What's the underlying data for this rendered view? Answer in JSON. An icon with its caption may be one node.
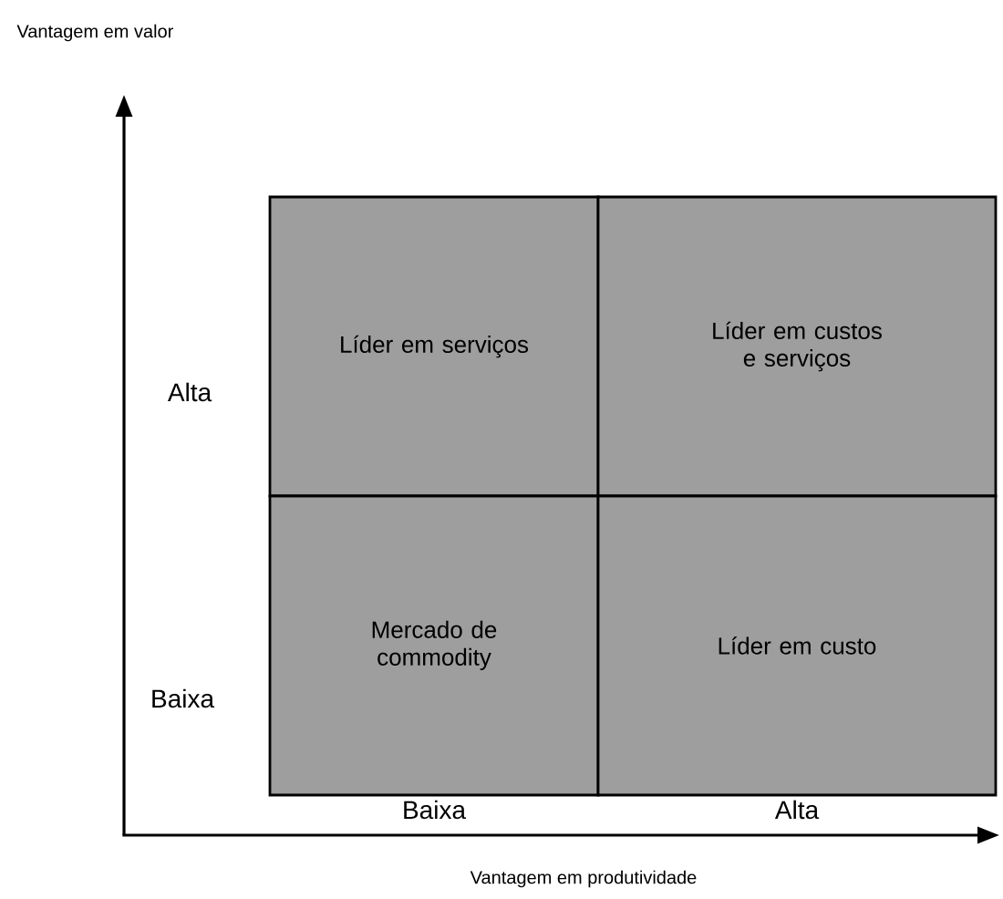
{
  "diagram": {
    "nodes": [
      {
        "text": [
          "Líder em serviços"
        ]
      },
      {
        "text": [
          "Líder em custos e serviços"
        ]
      },
      {
        "text": [
          "Mercado de commodity"
        ]
      },
      {
        "text": [
          "Líder em custo"
        ]
      }
    ],
    "labels": [
      "Vantagem em valor",
      "Alta",
      "Baixa",
      "Baixa",
      "Alta",
      "Vantagem em produtividade"
    ]
  }
}
